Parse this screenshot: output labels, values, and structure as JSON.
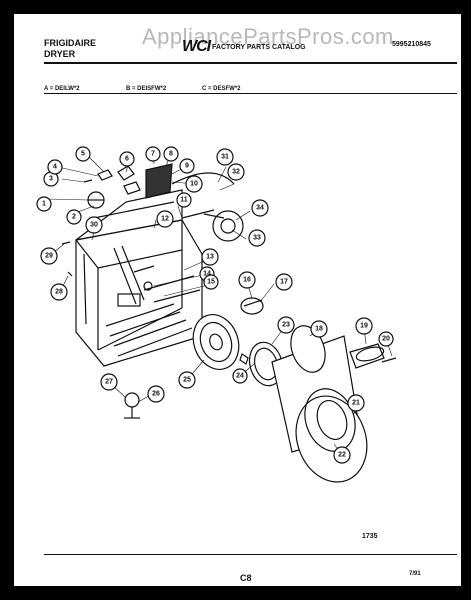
{
  "header": {
    "brand_line1": "FRIGIDAIRE",
    "brand_line2": "DRYER",
    "catalog_logo": "WCI",
    "catalog_title": "FACTORY PARTS CATALOG",
    "catalog_number": "5995210845",
    "watermark": "AppliancePartsPros.com"
  },
  "models": {
    "a": "A = DEILW*2",
    "b": "B = DEISFW*2",
    "c": "C = DESFW*2"
  },
  "callouts": [
    "1",
    "2",
    "3",
    "4",
    "5",
    "6",
    "7",
    "8",
    "9",
    "10",
    "11",
    "12",
    "13",
    "14",
    "15",
    "16",
    "17",
    "18",
    "19",
    "20",
    "21",
    "22",
    "23",
    "24",
    "25",
    "26",
    "27",
    "28",
    "29",
    "30",
    "31",
    "32",
    "33",
    "34"
  ],
  "footer": {
    "figure_id": "1735",
    "page": "C8",
    "date": "7/91"
  }
}
